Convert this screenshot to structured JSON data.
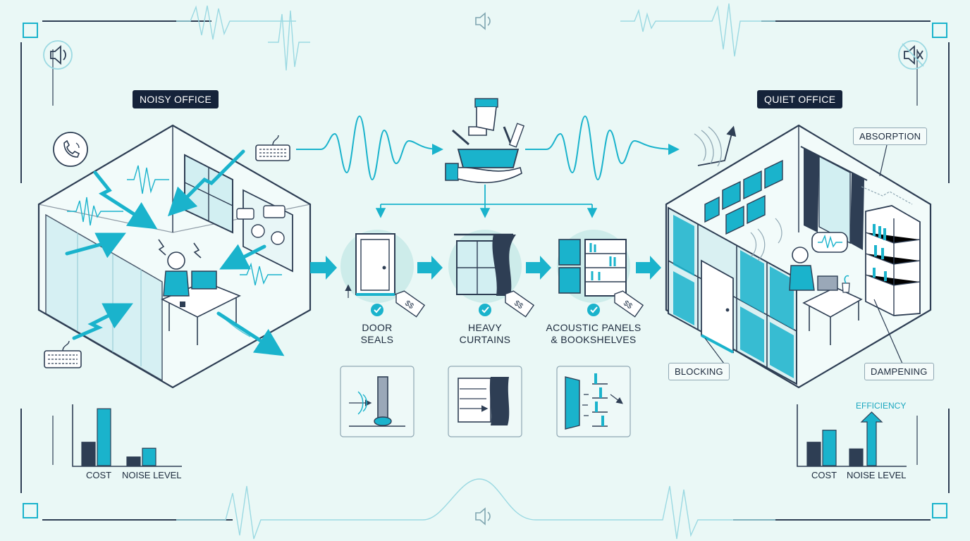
{
  "labels": {
    "noisy_office": "NOISY OFFICE",
    "quiet_office": "QUIET OFFICE",
    "absorption": "ABSORPTION",
    "blocking": "BLOCKING",
    "dampening": "DAMPENING",
    "efficiency": "EFFICIENCY"
  },
  "steps": [
    {
      "line1": "DOOR",
      "line2": "SEALS",
      "price": "$$"
    },
    {
      "line1": "HEAVY",
      "line2": "CURTAINS",
      "price": "$$"
    },
    {
      "line1": "ACOUSTIC PANELS",
      "line2": "& BOOKSHELVES",
      "price": "$$"
    }
  ],
  "chart_data": [
    {
      "type": "bar",
      "categories": [
        "COST",
        "NOISE LEVEL"
      ],
      "series": [
        {
          "values": [
            0.35,
            0.13
          ]
        },
        {
          "values": [
            0.85,
            0.26
          ]
        }
      ]
    },
    {
      "type": "bar",
      "categories": [
        "COST",
        "NOISE LEVEL"
      ],
      "series": [
        {
          "values": [
            0.35,
            0.25
          ]
        },
        {
          "values": [
            0.53,
            0.8
          ]
        }
      ],
      "annotation": "EFFICIENCY"
    }
  ],
  "colors": {
    "teal": "#1ab3cc",
    "navy": "#15233a",
    "background": "#eaf8f6",
    "line": "#2e3e54"
  },
  "icons": [
    "speaker-icon",
    "mute-icon",
    "phone-icon",
    "keyboard-icon",
    "toolbox-icon",
    "check-icon",
    "price-tag-icon"
  ]
}
